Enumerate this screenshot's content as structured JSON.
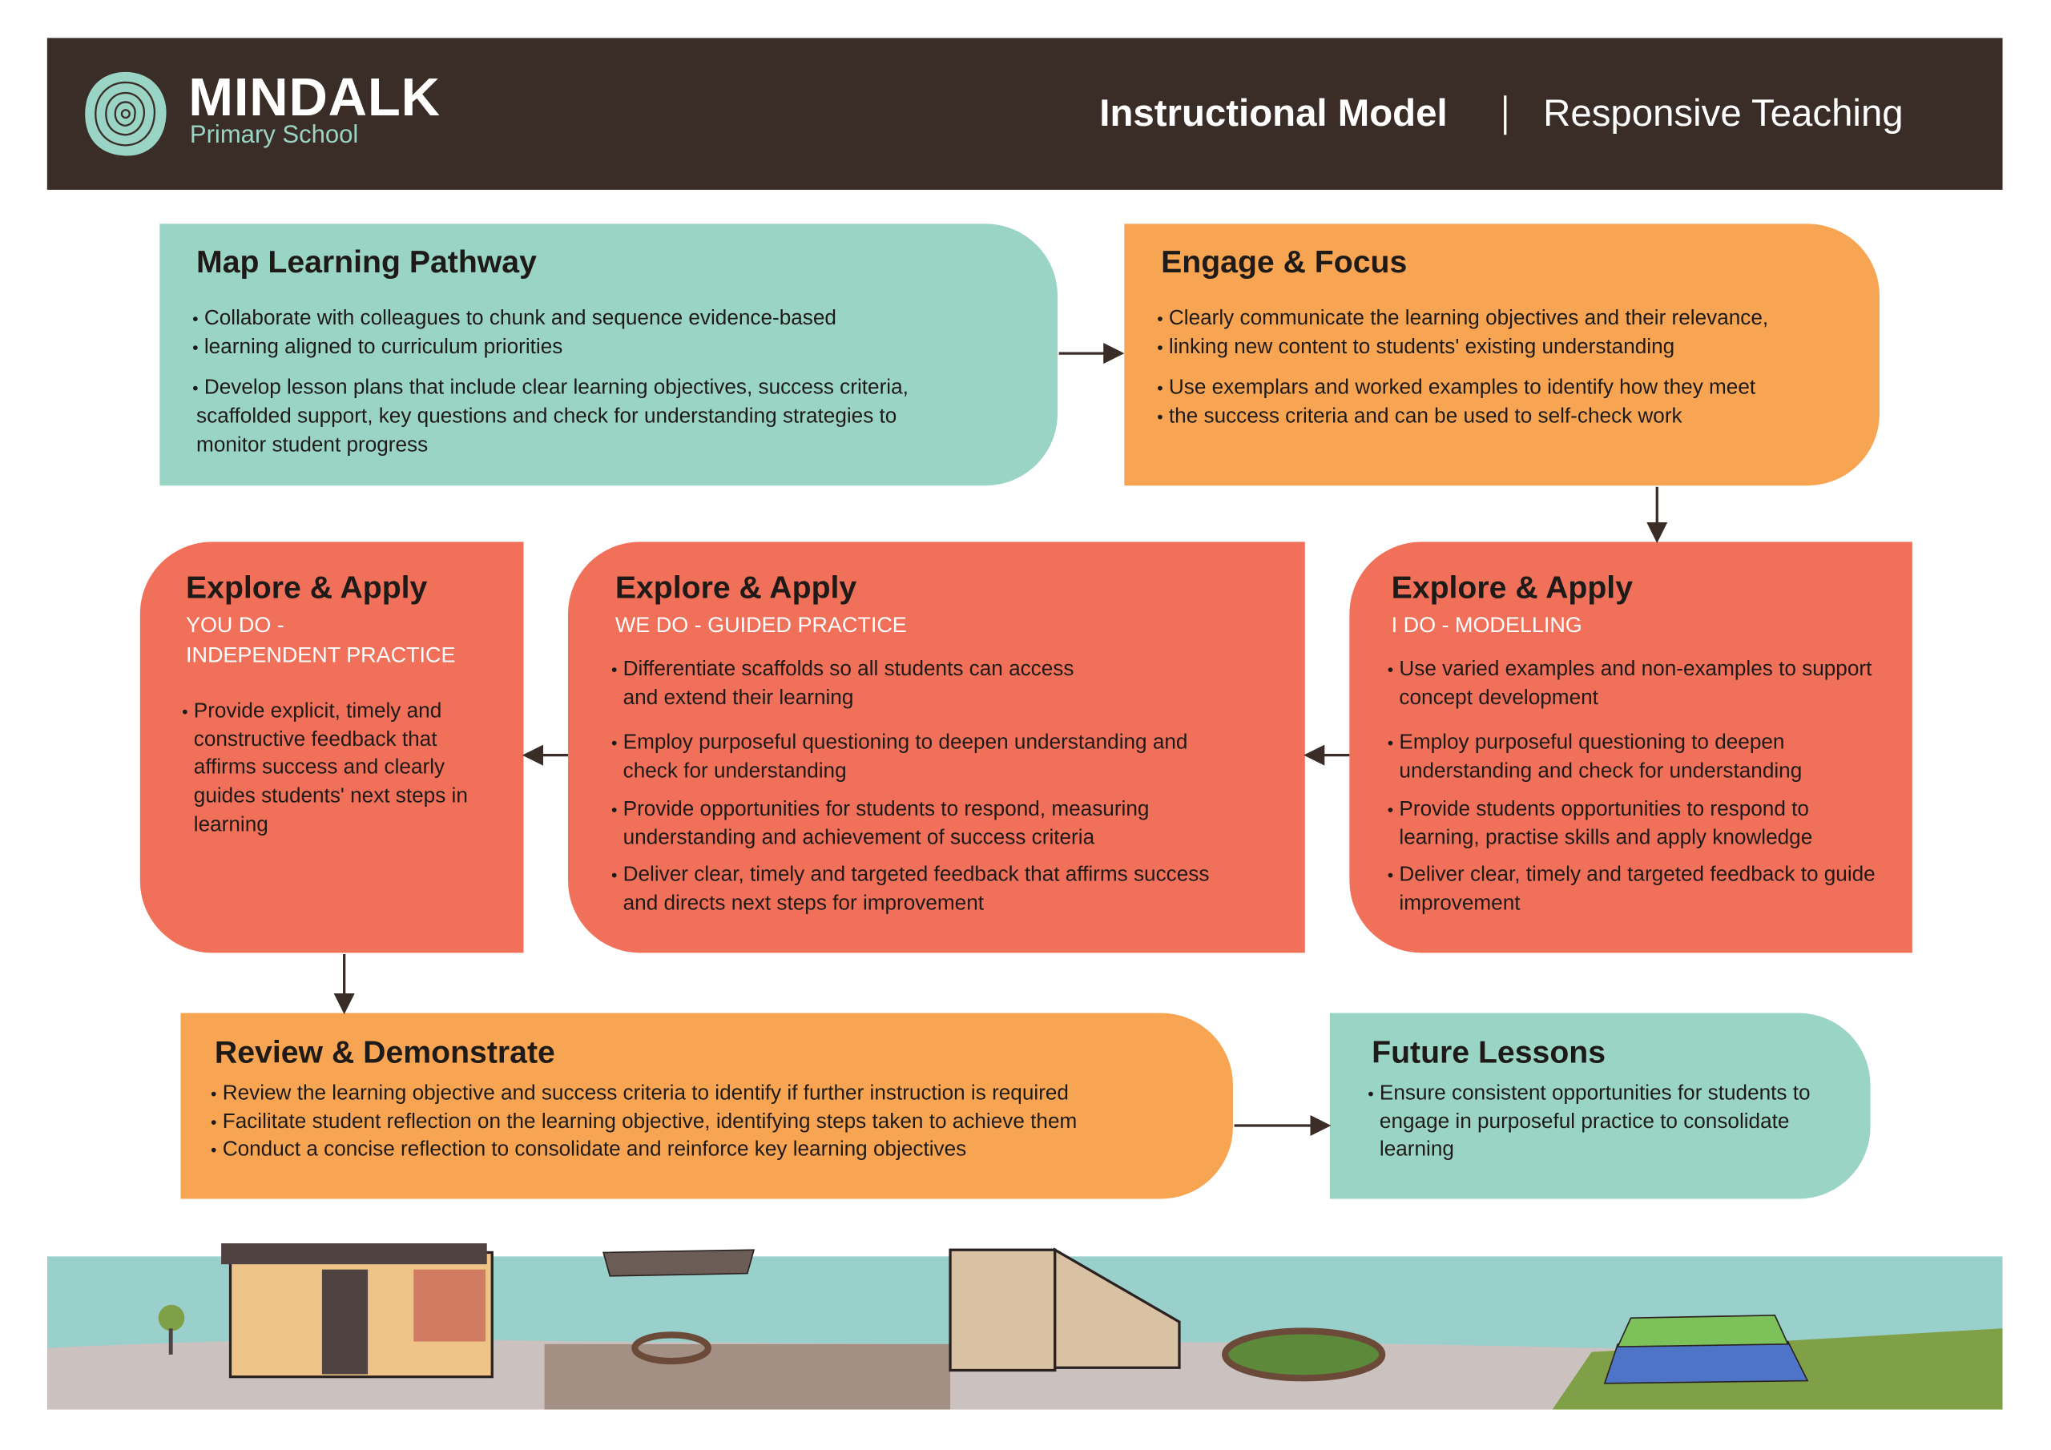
{
  "header": {
    "brand": "MINDALK",
    "school": "Primary School",
    "title": "Instructional Model",
    "separator": "|",
    "subtitle": "Responsive Teaching"
  },
  "colors": {
    "header": "#3a2d28",
    "teal": "#9ad4c4",
    "orange": "#f8a553",
    "coral": "#f07059"
  },
  "steps": {
    "map": {
      "title": "Map Learning Pathway",
      "bullets": [
        "Collaborate with colleagues to chunk and sequence evidence-based",
        "learning aligned to curriculum priorities",
        "Develop lesson plans that include clear learning objectives, success criteria,",
        "scaffolded support, key questions and check for understanding strategies to",
        "monitor student progress"
      ]
    },
    "engage": {
      "title": "Engage & Focus",
      "bullets": [
        "Clearly communicate the learning objectives and their relevance,",
        "linking new content to students' existing understanding",
        "Use exemplars and worked examples to identify how they meet",
        "the success criteria and can be used to self-check work"
      ]
    },
    "ido": {
      "title": "Explore & Apply",
      "subtitle": "I DO - MODELLING",
      "bullets": [
        "Use varied examples and non-examples to support concept development",
        "Employ purposeful questioning to deepen understanding and check for understanding",
        "Provide students opportunities to respond to learning, practise skills and apply knowledge",
        "Deliver clear, timely and targeted feedback to guide improvement"
      ]
    },
    "wedo": {
      "title": "Explore & Apply",
      "subtitle": "WE DO - GUIDED PRACTICE",
      "bullets": [
        "Differentiate scaffolds so all students can access and extend their learning",
        "Employ purposeful questioning to deepen understanding and check for understanding",
        "Provide opportunities for students to respond, measuring understanding and achievement of success criteria",
        "Deliver clear, timely and targeted feedback that affirms success and directs next steps for improvement"
      ]
    },
    "youdo": {
      "title": "Explore & Apply",
      "subtitle1": "YOU DO -",
      "subtitle2": "INDEPENDENT PRACTICE",
      "bullets": [
        "Provide explicit, timely and constructive feedback that affirms success and clearly guides students' next steps in learning"
      ]
    },
    "review": {
      "title": "Review & Demonstrate",
      "bullets": [
        "Review the learning objective and success criteria to identify if further instruction is required",
        "Facilitate student reflection on the learning objective, identifying steps taken to achieve them",
        "Conduct a concise reflection to consolidate and reinforce key learning objectives"
      ]
    },
    "future": {
      "title": "Future Lessons",
      "bullets": [
        "Ensure consistent opportunities for students to engage in purposeful practice to consolidate learning"
      ]
    }
  }
}
